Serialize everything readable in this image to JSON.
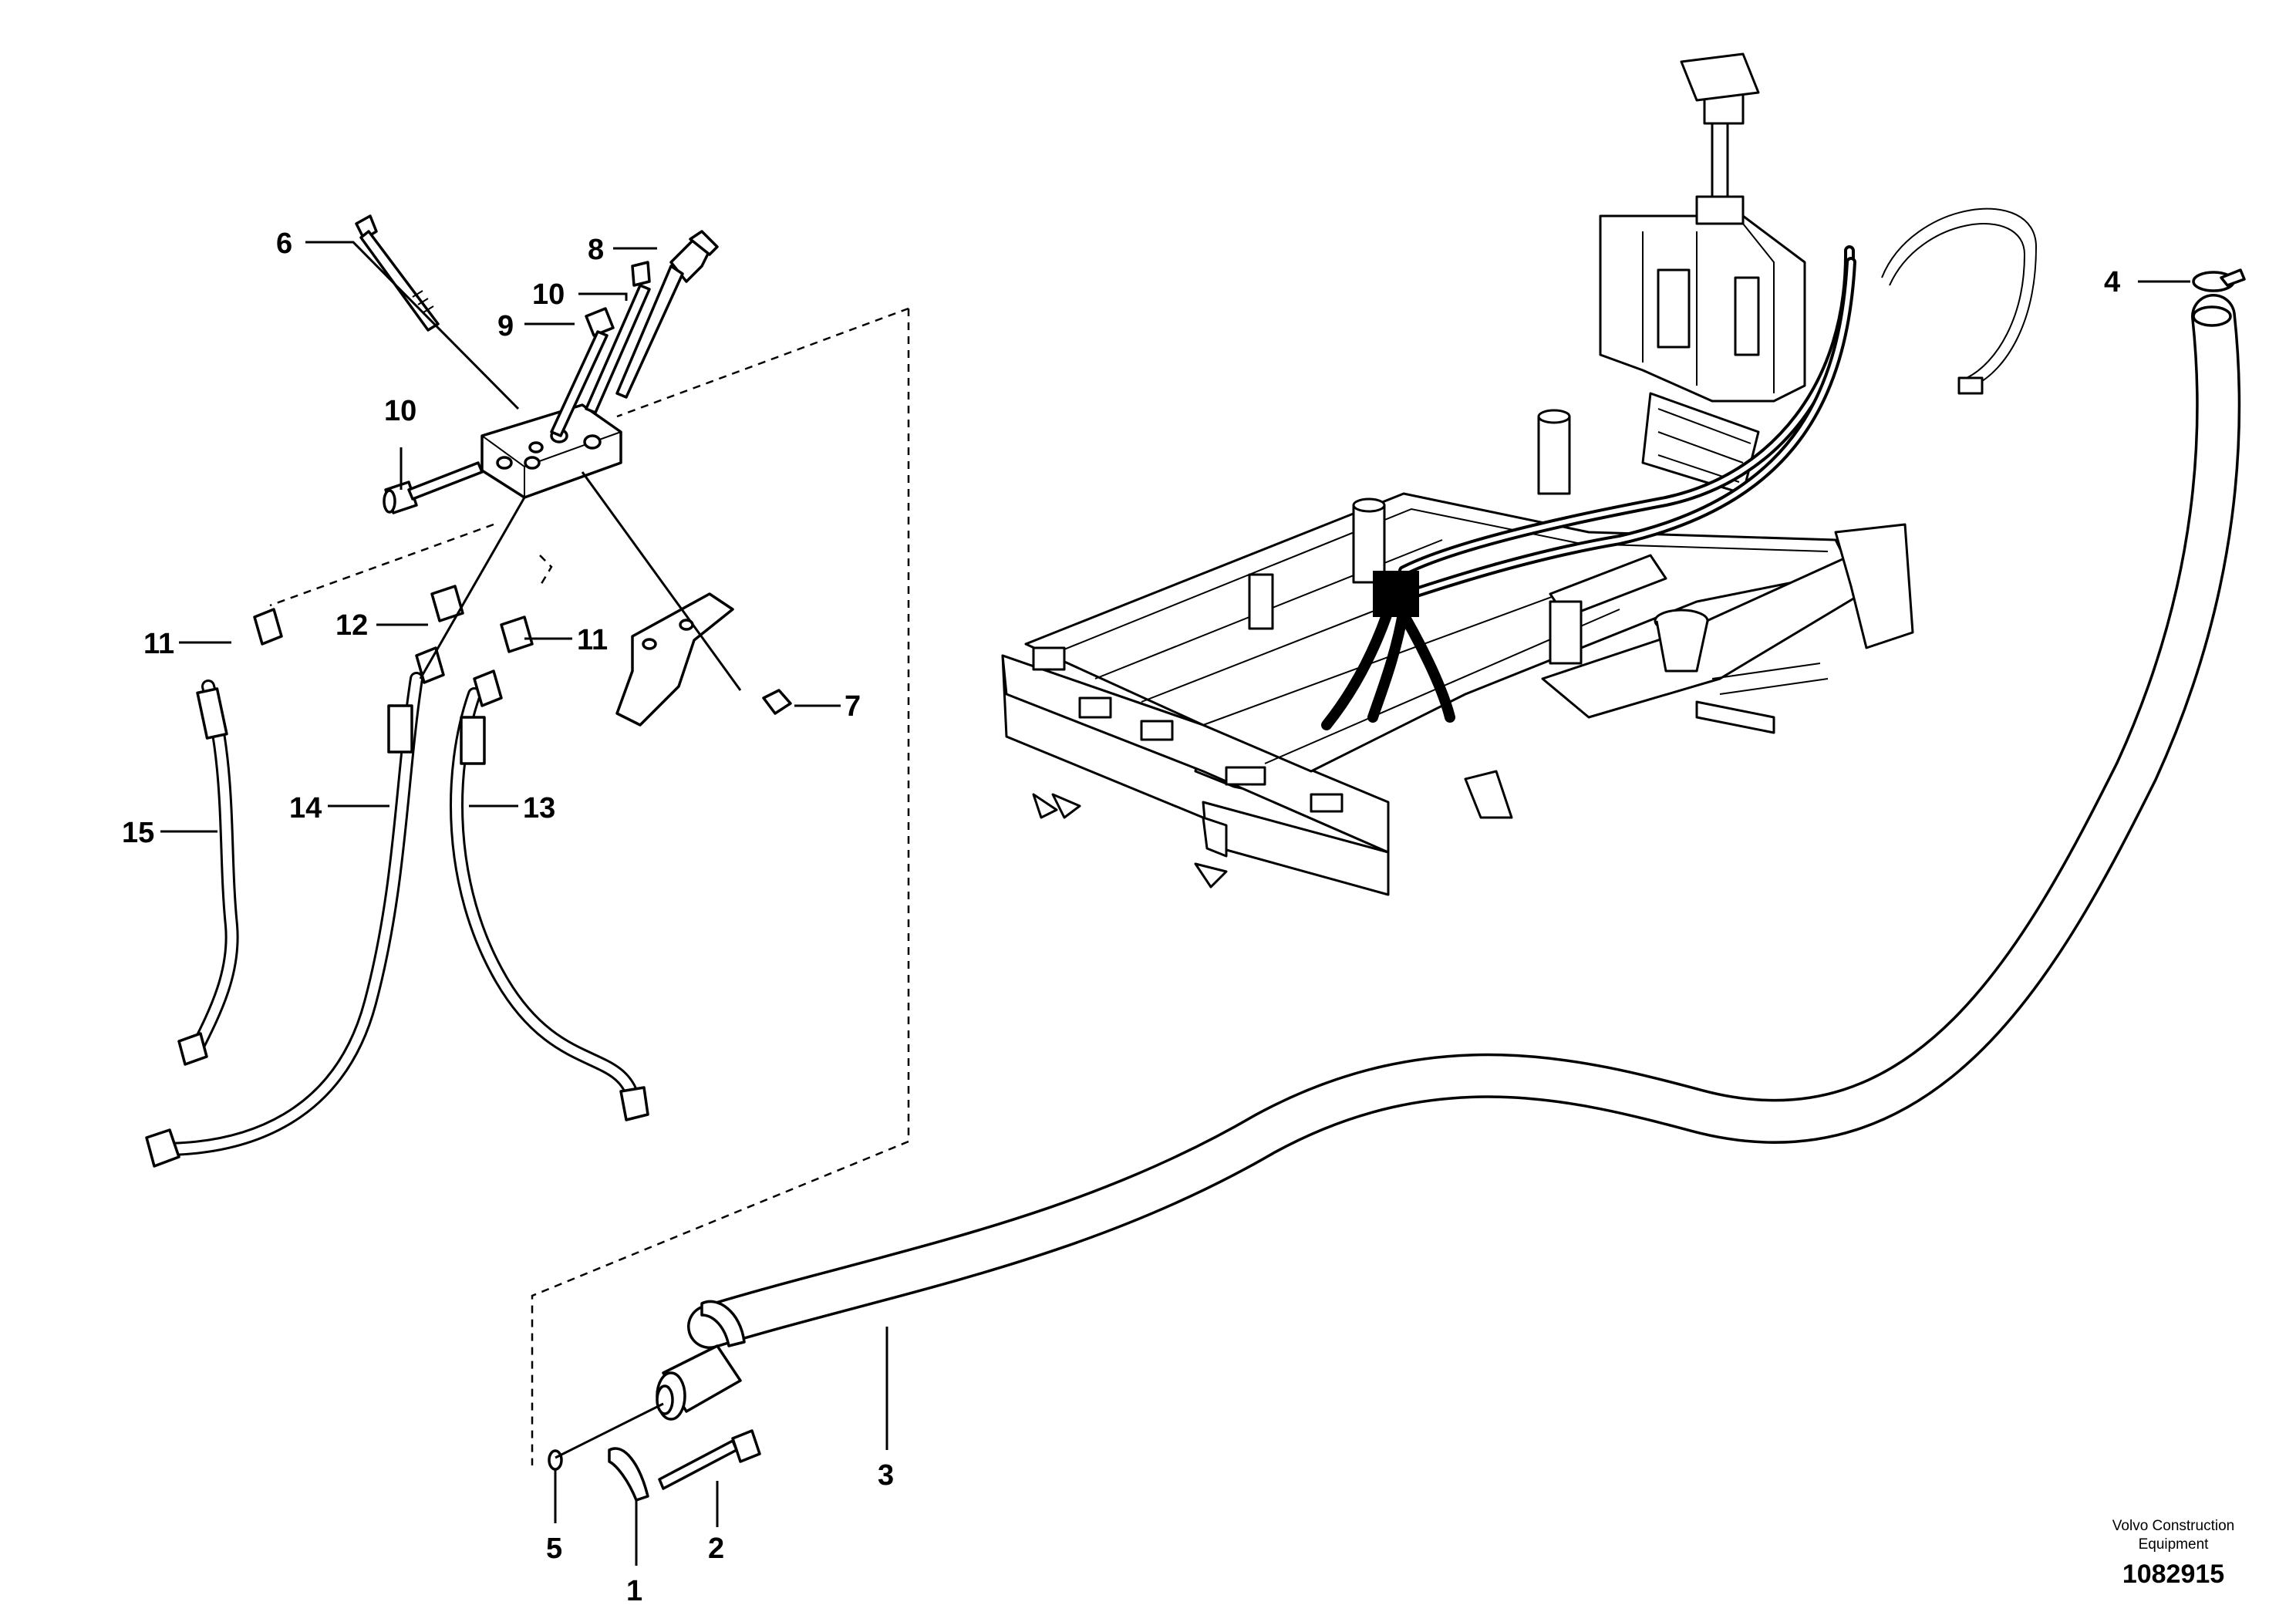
{
  "callouts": {
    "c1": "1",
    "c2": "2",
    "c3": "3",
    "c4": "4",
    "c5": "5",
    "c6": "6",
    "c7": "7",
    "c8": "8",
    "c9": "9",
    "c10a": "10",
    "c10b": "10",
    "c11a": "11",
    "c11b": "11",
    "c12": "12",
    "c13": "13",
    "c14": "14",
    "c15": "15"
  },
  "footer": {
    "brand_line1": "Volvo Construction",
    "brand_line2": "Equipment",
    "document_number": "1082915"
  }
}
